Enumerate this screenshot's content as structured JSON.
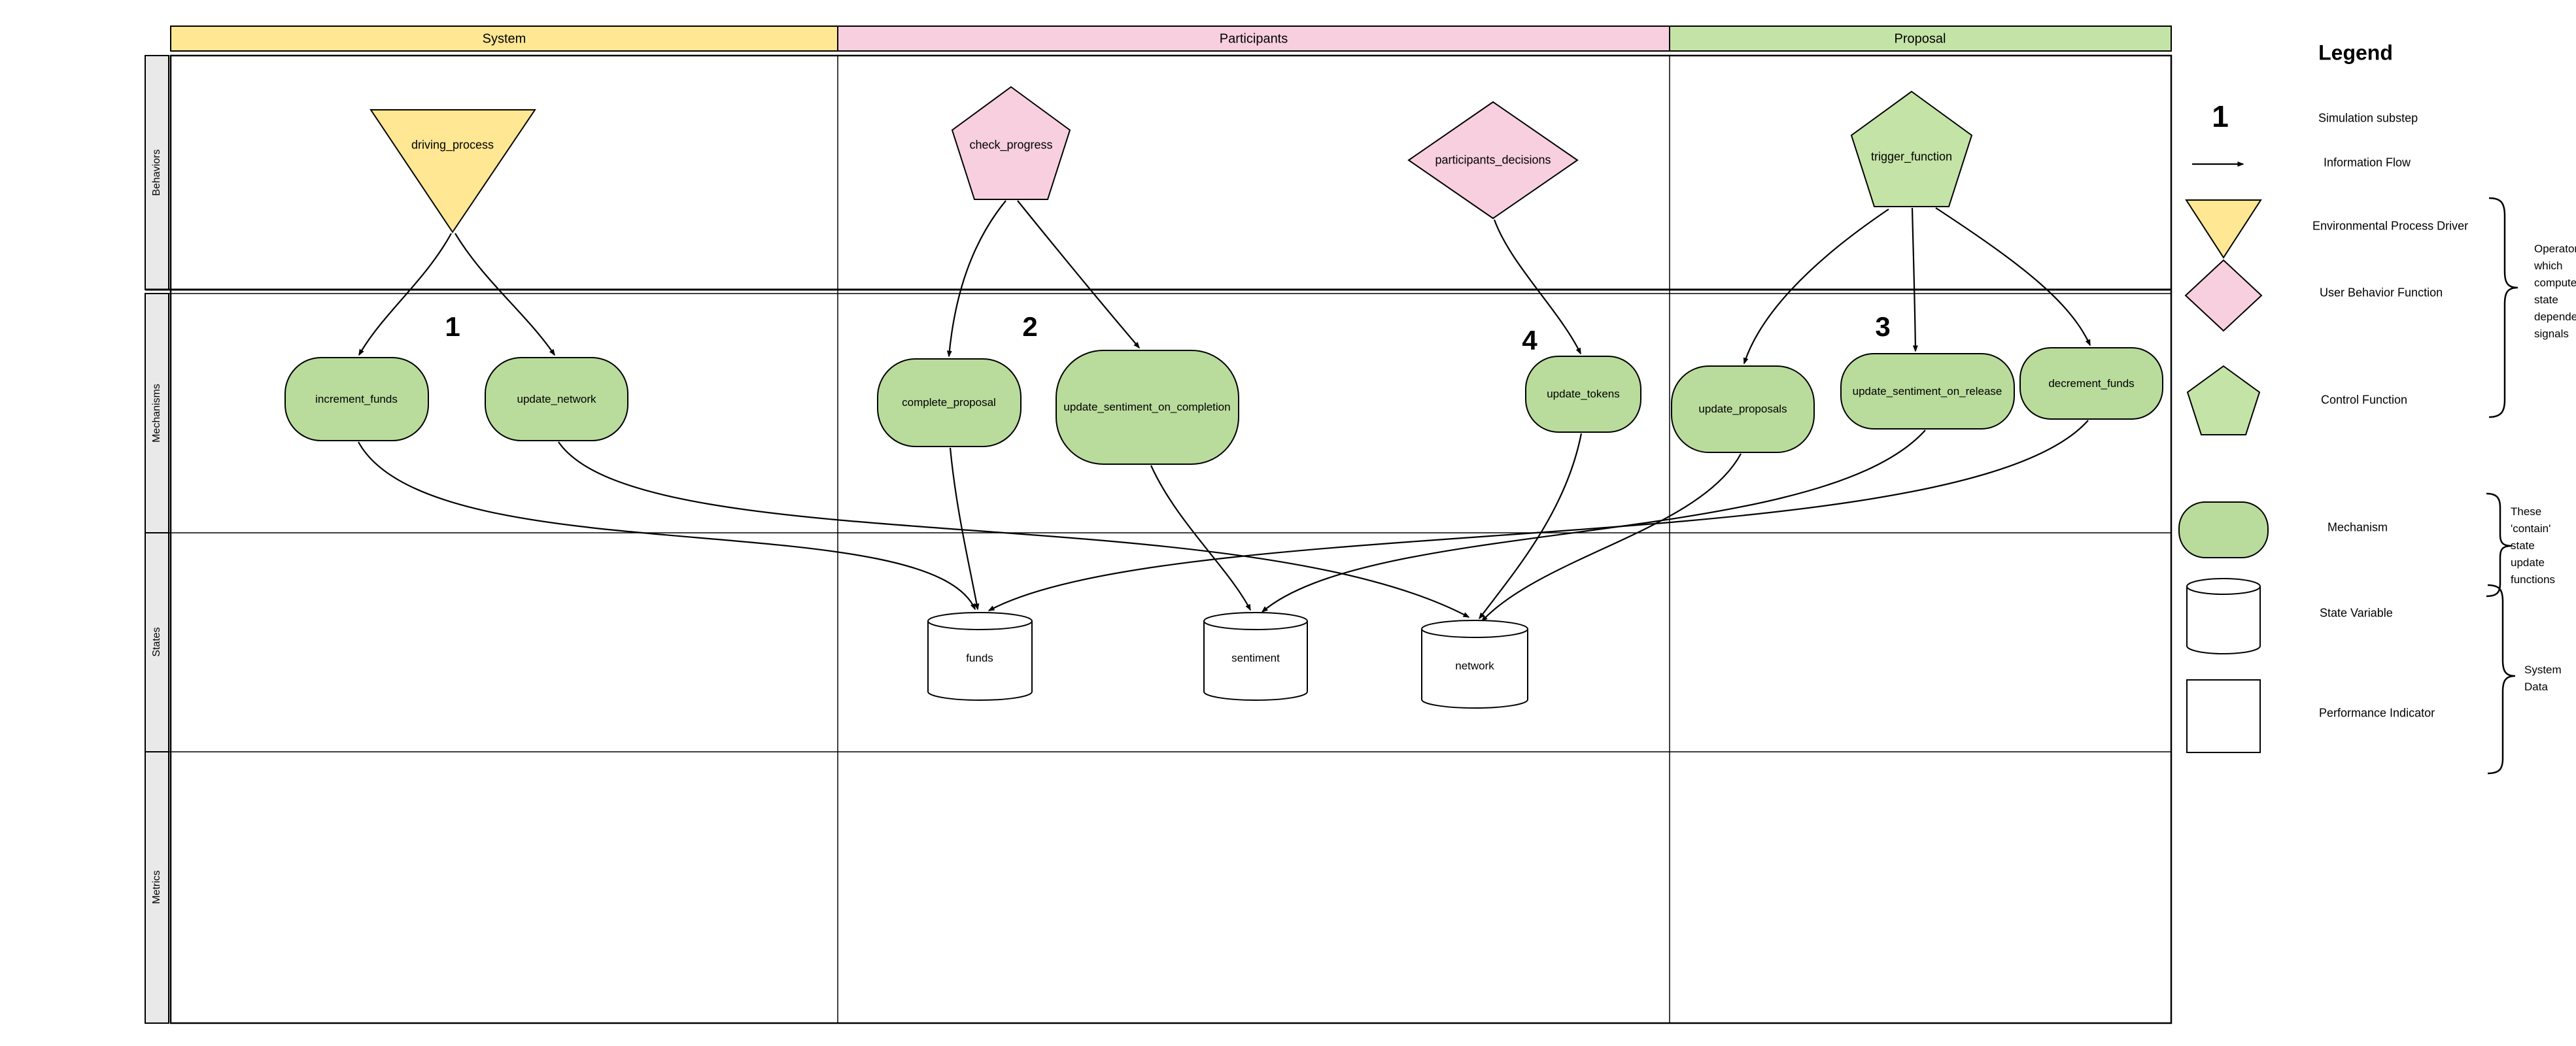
{
  "colors": {
    "system_yellow": "#ffe794",
    "participants_pink": "#f7cfdf",
    "proposal_green": "#c4e3a6",
    "mechanism_green": "#b9db9c",
    "sidebar_gray": "#e9e9e9"
  },
  "columns": [
    {
      "label": "System",
      "color": "#ffe794"
    },
    {
      "label": "Participants",
      "color": "#f7cfdf"
    },
    {
      "label": "Proposal",
      "color": "#c4e3a6"
    }
  ],
  "row_labels": [
    "Behaviors",
    "Mechanisms",
    "States",
    "Metrics"
  ],
  "behaviors": [
    {
      "label": "driving_process",
      "shape": "inverted-triangle",
      "color": "#ffe794"
    },
    {
      "label": "check_progress",
      "shape": "pentagon",
      "color": "#f7cfdf"
    },
    {
      "label": "participants_decisions",
      "shape": "diamond",
      "color": "#f7cfdf"
    },
    {
      "label": "trigger_function",
      "shape": "pentagon",
      "color": "#c4e3a6"
    }
  ],
  "substeps": [
    "1",
    "2",
    "4",
    "3"
  ],
  "mechanisms": [
    "increment_funds",
    "update_network",
    "complete_proposal",
    "update_sentiment_on_completion",
    "update_tokens",
    "update_proposals",
    "update_sentiment_on_release",
    "decrement_funds"
  ],
  "states": [
    "funds",
    "sentiment",
    "network"
  ],
  "legend": {
    "title": "Legend",
    "substep_symbol": "1",
    "items": [
      {
        "symbol": "substep-number",
        "label": "Simulation substep"
      },
      {
        "symbol": "arrow",
        "label": "Information Flow"
      },
      {
        "symbol": "inverted-triangle",
        "label": "Environmental Process Driver"
      },
      {
        "symbol": "diamond",
        "label": "User Behavior Function"
      },
      {
        "symbol": "pentagon",
        "label": "Control Function"
      },
      {
        "symbol": "rounded-rect",
        "label": "Mechanism"
      },
      {
        "symbol": "cylinder",
        "label": "State Variable"
      },
      {
        "symbol": "square",
        "label": "Performance Indicator"
      }
    ],
    "annotations": {
      "signals_note": [
        "Operators",
        "which",
        "computes",
        "state",
        "dependent",
        "signals"
      ],
      "mechanism_note": [
        "These",
        "'contain'",
        "state",
        "update",
        "functions"
      ],
      "system_data_note": [
        "System",
        "Data"
      ]
    }
  }
}
